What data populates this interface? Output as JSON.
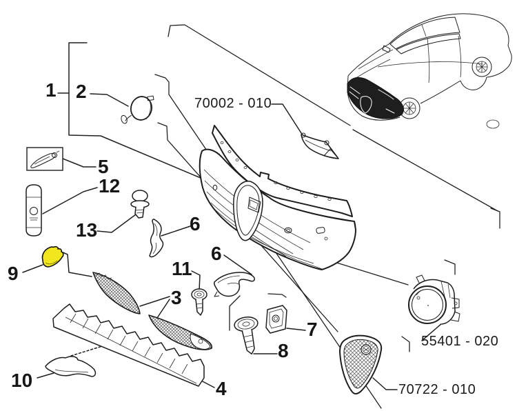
{
  "diagram": {
    "figure_type": "exploded-parts-diagram-front-bumper",
    "background": "#ffffff",
    "line_color": "#1c1c1c",
    "highlight_color": "#f2e71e",
    "callouts": [
      {
        "num": "1",
        "part": "front-bumper-group"
      },
      {
        "num": "2",
        "part": "tow-hook-cover"
      },
      {
        "num": "3",
        "part": "grille-mesh-inserts"
      },
      {
        "num": "4",
        "part": "lower-grille-absorber"
      },
      {
        "num": "5",
        "part": "adhesive-tube-kit"
      },
      {
        "num": "6",
        "part": "bracket-upper"
      },
      {
        "num": "6",
        "part": "bracket-right"
      },
      {
        "num": "7",
        "part": "square-nut-clip"
      },
      {
        "num": "8",
        "part": "screw-large"
      },
      {
        "num": "9",
        "part": "clip-highlighted"
      },
      {
        "num": "10",
        "part": "lower-trim-strip"
      },
      {
        "num": "11",
        "part": "screw-small"
      },
      {
        "num": "12",
        "part": "touch-up-canister"
      },
      {
        "num": "13",
        "part": "push-pin-clip"
      }
    ],
    "part_codes": [
      {
        "code": "70002 - 010",
        "part": "plate-bracket"
      },
      {
        "code": "55401 - 020",
        "part": "fog-lamp"
      },
      {
        "code": "70722 - 010",
        "part": "shield-grille"
      }
    ]
  }
}
